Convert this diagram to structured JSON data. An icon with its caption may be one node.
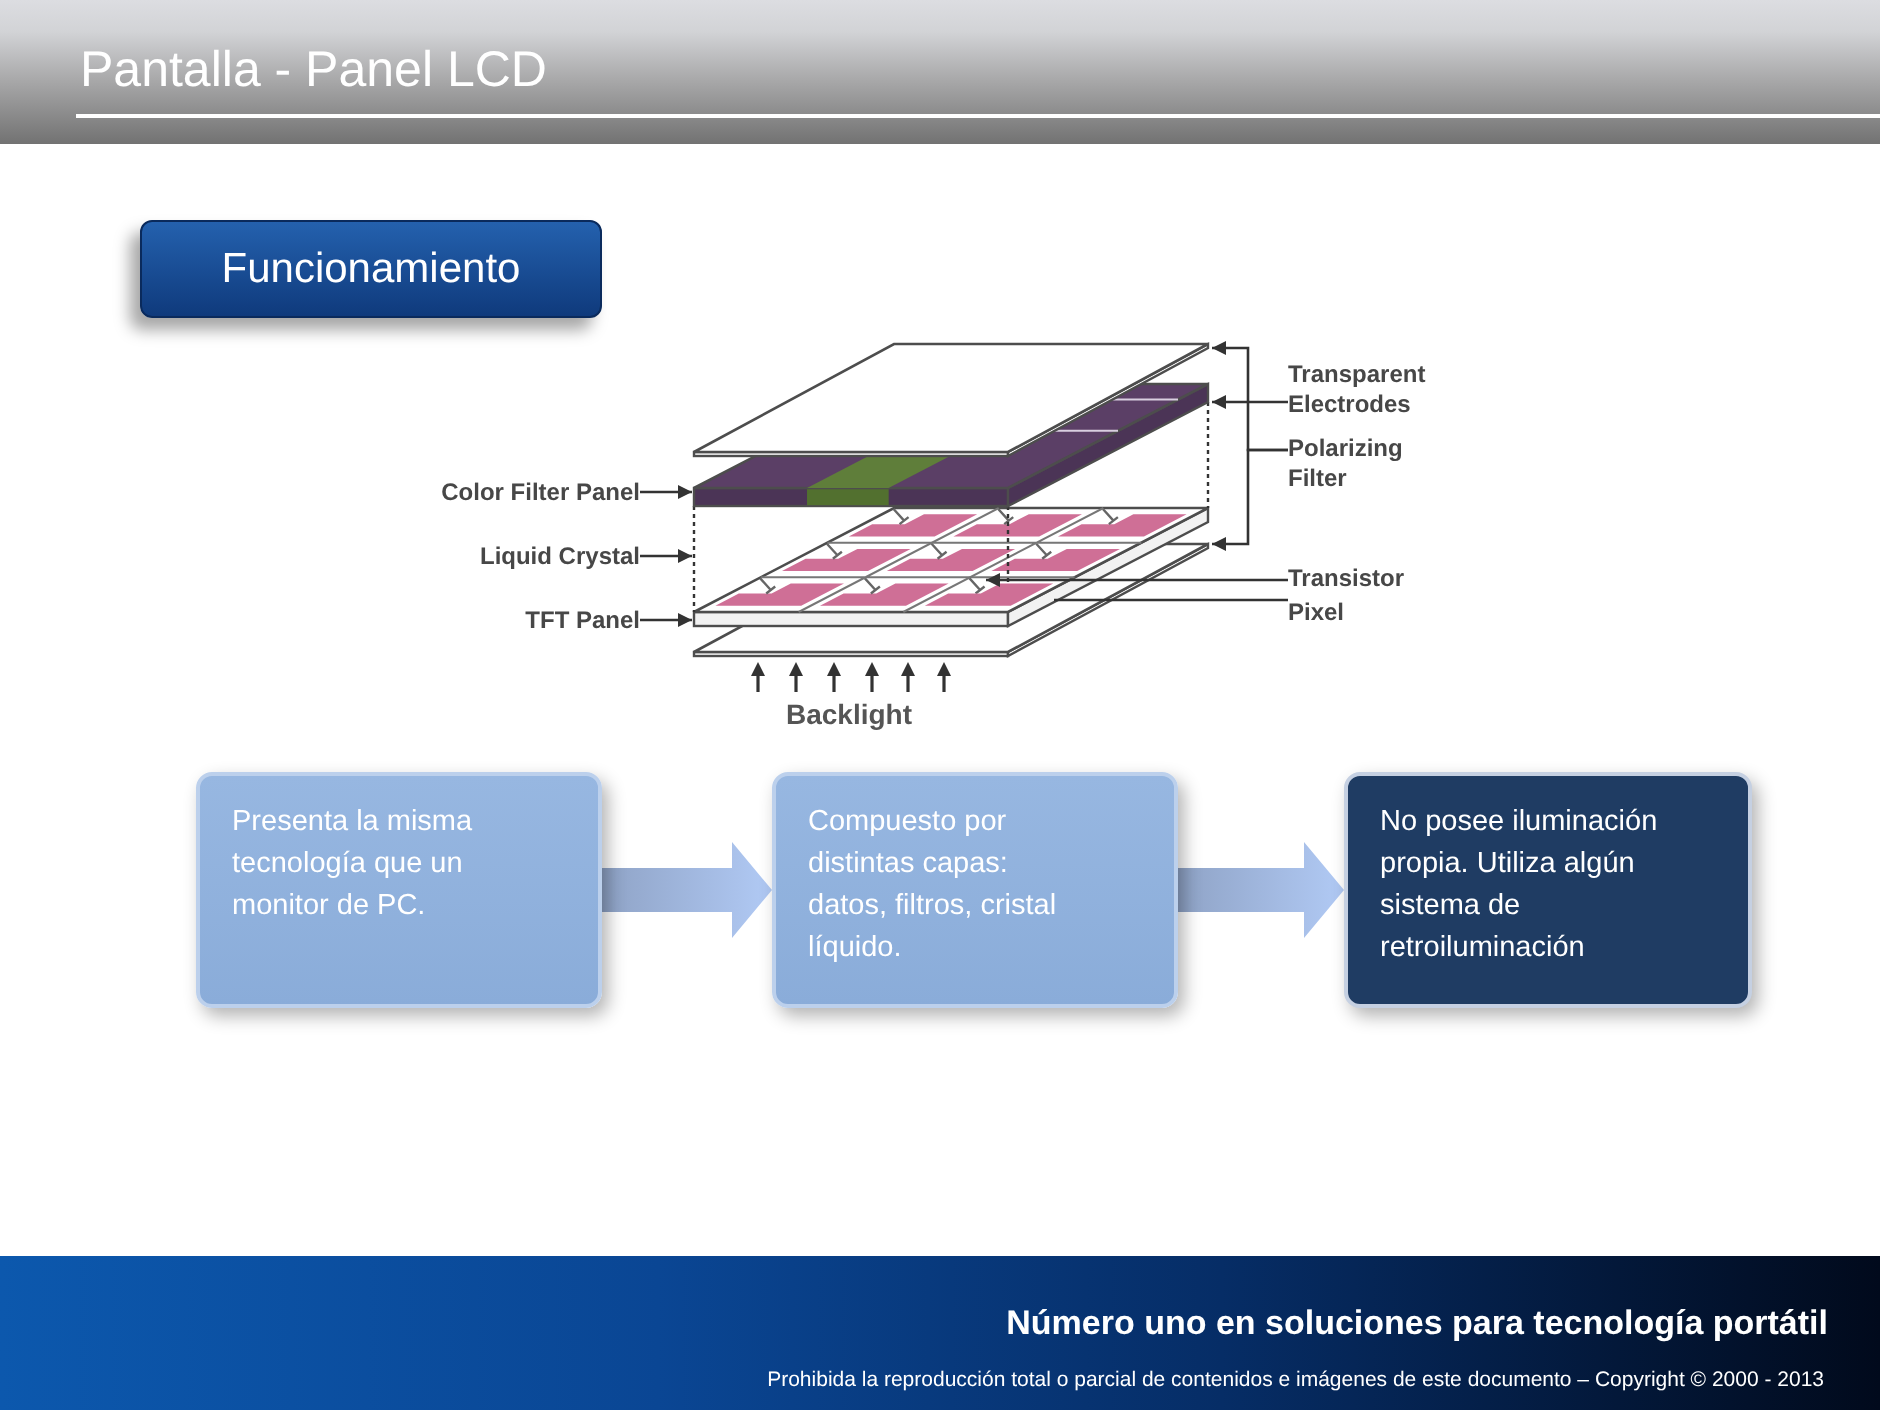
{
  "diagram": {
    "title": "Pantalla - Panel LCD",
    "nodes": [
      {
        "text": [
          "Funcionamiento"
        ]
      },
      {
        "text": [],
        "shape": "picture"
      },
      {
        "text": [
          "Transparent Electrodes"
        ]
      },
      {
        "text": [
          "Polarizing Filter"
        ]
      },
      {
        "text": [
          "Color Filter Panel"
        ]
      },
      {
        "text": [
          "Liquid Crystal"
        ]
      },
      {
        "text": [
          "Transistor"
        ]
      },
      {
        "text": [
          "TFT Panel"
        ]
      },
      {
        "text": [
          "Pixel"
        ]
      },
      {
        "text": [
          "Presenta la misma tecnología que un monitor de PC."
        ]
      },
      {
        "text": [
          "Compuesto por distintas capas: datos, filtros, cristal líquido."
        ]
      },
      {
        "text": [
          "No posee iluminación propia. Utiliza algún sistema de retroiluminación"
        ]
      },
      {
        "text": [],
        "shape": "picture",
        "in": 1
      },
      {
        "text": [],
        "shape": "picture",
        "in": 1
      }
    ],
    "edges": [
      {
        "from": 2,
        "to": 1,
        "arrow": "to"
      },
      {
        "from": 3,
        "to": 1,
        "arrow": "to"
      },
      {
        "from": 3,
        "to": 1,
        "arrow": "to"
      },
      {
        "from": 4,
        "to": 1,
        "arrow": "to"
      },
      {
        "from": 5,
        "to": 1,
        "arrow": "to"
      },
      {
        "from": 6,
        "to": 12,
        "arrow": "to"
      },
      {
        "from": 7,
        "to": 1,
        "arrow": "to"
      },
      {
        "from": 8,
        "to": 13,
        "arrow": "none"
      },
      {
        "from": 9,
        "to": 10,
        "arrow": "to",
        "style": "thick",
        "color": "#9cb2d8"
      },
      {
        "from": 10,
        "to": 11,
        "arrow": "to",
        "style": "thick",
        "color": "#9cb2d8"
      }
    ],
    "labels": [
      "Backlight",
      "Número uno en soluciones para tecnología portátil",
      "Prohibida la reproducción total o parcial de contenidos e imágenes de este documento – Copyright © 2000 - 2013"
    ]
  }
}
